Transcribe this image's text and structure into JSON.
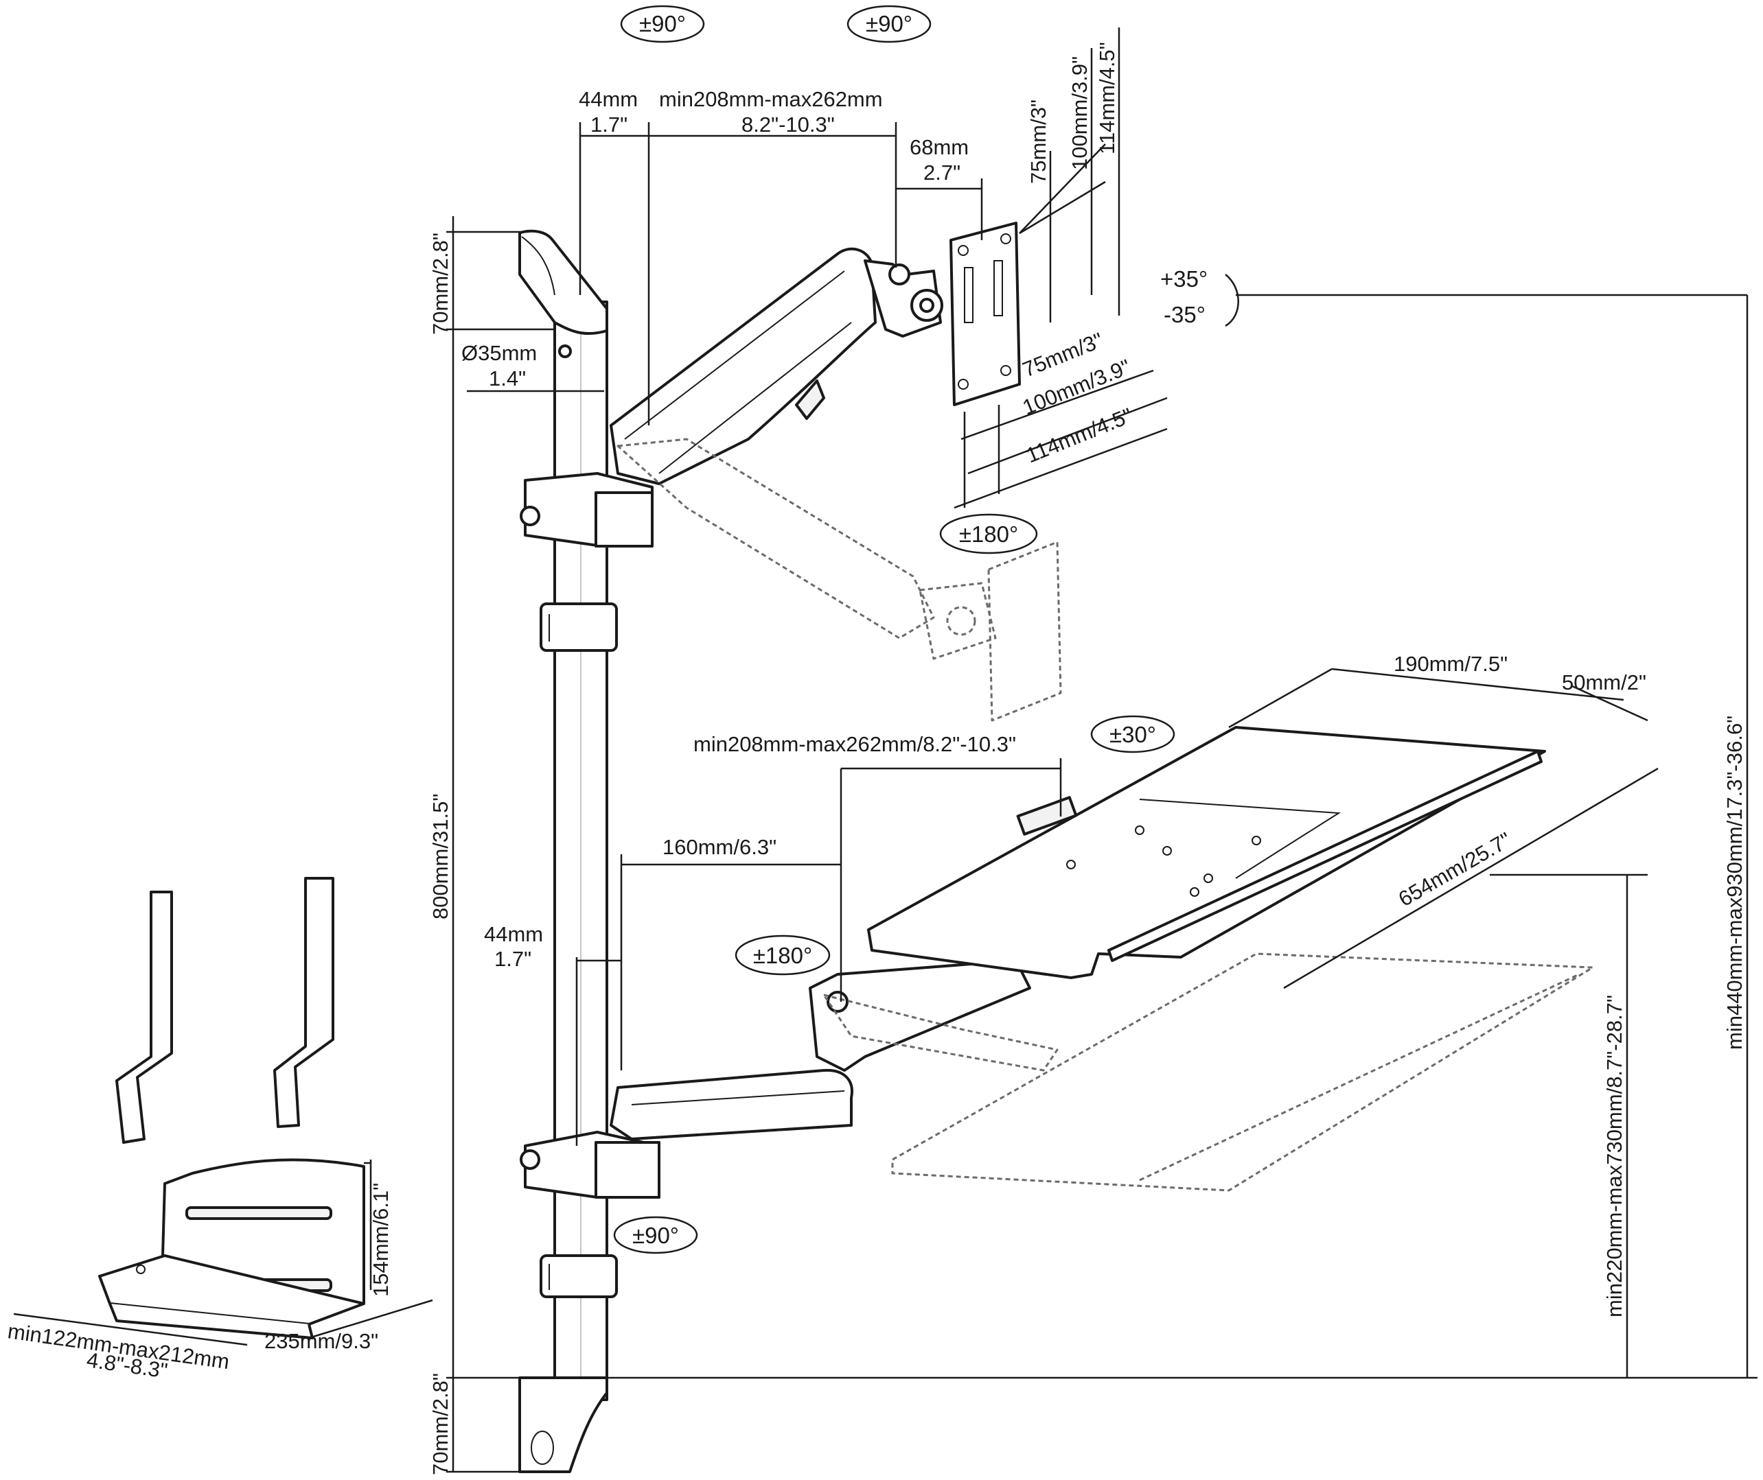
{
  "labels": {
    "top_rot_left": "±90°",
    "top_rot_right": "±90°",
    "tilt_up": "+35°",
    "tilt_down": "-35°",
    "vesa_rot": "±180°",
    "tray_rot": "±30°",
    "elbow_rot": "±180°",
    "lower_rot": "±90°"
  },
  "dimensions": {
    "pole_gap_mm": "44mm",
    "pole_gap_in": "1.7\"",
    "arm_reach_mm": "min208mm-max262mm",
    "arm_reach_in": "8.2\"-10.3\"",
    "head_mm": "68mm",
    "head_in": "2.7\"",
    "vesa_v75": "75mm/3\"",
    "vesa_v100": "100mm/3.9\"",
    "vesa_v114": "114mm/4.5\"",
    "vesa_h75": "75mm/3\"",
    "vesa_h100": "100mm/3.9\"",
    "vesa_h114": "114mm/4.5\"",
    "top_clamp": "70mm/2.8\"",
    "pole_dia_mm": "Ø35mm",
    "pole_dia_in": "1.4\"",
    "pole_height": "800mm/31.5\"",
    "bottom_clamp": "70mm/2.8\"",
    "tray_arm": "min208mm-max262mm/8.2\"-10.3\"",
    "tray_offset": "160mm/6.3\"",
    "lower_gap_mm": "44mm",
    "lower_gap_in": "1.7\"",
    "tray_depth": "190mm/7.5\"",
    "tray_lip": "50mm/2\"",
    "tray_width": "654mm/25.7\"",
    "monitor_height": "min440mm-max930mm/17.3\"-36.6\"",
    "tray_height": "min220mm-max730mm/8.7\"-28.7\"",
    "cpu_height": "154mm/6.1\"",
    "cpu_depth": "235mm/9.3\"",
    "cpu_width_mm": "min122mm-max212mm",
    "cpu_width_in": "4.8\"-8.3\""
  }
}
